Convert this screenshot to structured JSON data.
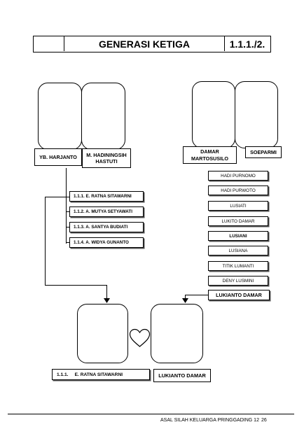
{
  "header": {
    "left_cell": "",
    "title": "GENERASI KETIGA",
    "code": "1.1.1./2."
  },
  "parents_left": {
    "father": "YB. HARJANTO",
    "mother": "M. HADININGSIH HASTUTI"
  },
  "parents_right": {
    "father": "DAMAR MARTOSUSILO",
    "mother": "SOEPARMI"
  },
  "children_left": [
    "1.1.1. E. RATNA SITAWARNI",
    "1.1.2. A. MUTYA SETYAWATI",
    "1.1.3. A. SANTYA BUDIATI",
    "1.1.4. A. WIDYA GUNANTO"
  ],
  "children_right": [
    "HADI PURNOMO",
    "HADI PURWOTO",
    "LUSIATI",
    "LUKITO DAMAR",
    "LUSIANI",
    "LUSIANA",
    "TITIK LUMANTI",
    "DENY LUSMINI",
    "LUKIANTO DAMAR"
  ],
  "couple": {
    "left_name": "1.1.1.     E. RATNA SITAWARNI",
    "right_name": "LUKIANTO DAMAR"
  },
  "footer": {
    "text": "ASAL SILAH KELUARGA PRINGGADING 12",
    "page": "26"
  },
  "icons": {
    "heart": "heart-icon"
  }
}
